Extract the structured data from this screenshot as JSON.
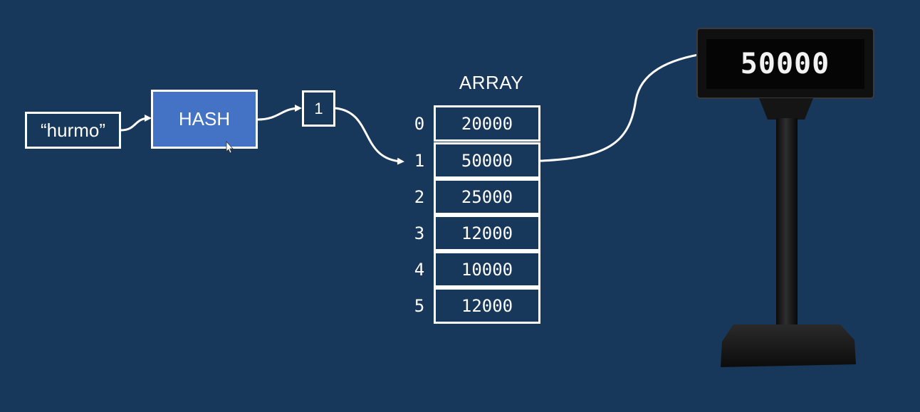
{
  "key": {
    "label": "“hurmo”"
  },
  "hash": {
    "label": "HASH"
  },
  "index": {
    "value": "1"
  },
  "array": {
    "title": "ARRAY",
    "cells": [
      {
        "index": "0",
        "value": "20000"
      },
      {
        "index": "1",
        "value": "50000"
      },
      {
        "index": "2",
        "value": "25000"
      },
      {
        "index": "3",
        "value": "12000"
      },
      {
        "index": "4",
        "value": "10000"
      },
      {
        "index": "5",
        "value": "12000"
      }
    ]
  },
  "display": {
    "value": "50000"
  },
  "colors": {
    "background": "#17385a",
    "hash_fill": "#4472c4",
    "stroke": "#ffffff"
  }
}
